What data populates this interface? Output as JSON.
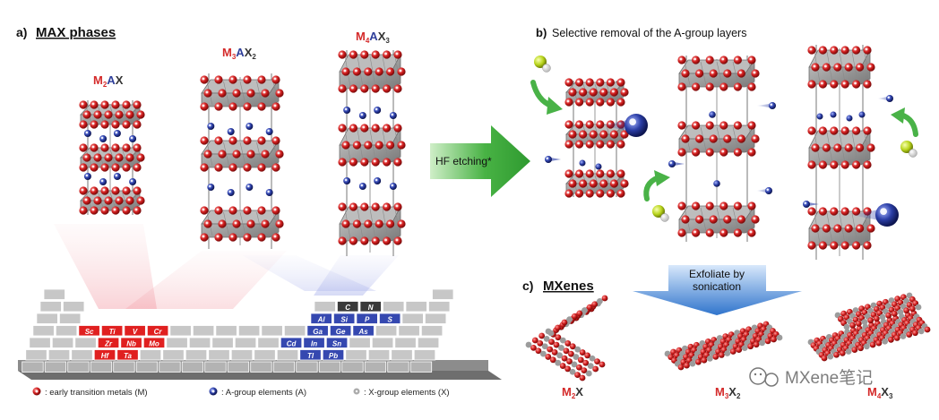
{
  "panels": {
    "a": {
      "letter": "a)",
      "title": "MAX phases"
    },
    "b": {
      "letter": "b)",
      "title": "Selective removal of the A-group layers"
    },
    "c": {
      "letter": "c)",
      "title": "MXenes"
    }
  },
  "max_labels": [
    {
      "m": "M",
      "m_sub": "2",
      "a": "A",
      "x": "X",
      "x_sub": ""
    },
    {
      "m": "M",
      "m_sub": "3",
      "a": "A",
      "x": "X",
      "x_sub": "2"
    },
    {
      "m": "M",
      "m_sub": "4",
      "a": "A",
      "x": "X",
      "x_sub": "3"
    }
  ],
  "mxene_labels": [
    {
      "m": "M",
      "m_sub": "2",
      "x": "X",
      "x_sub": ""
    },
    {
      "m": "M",
      "m_sub": "3",
      "x": "X",
      "x_sub": "2"
    },
    {
      "m": "M",
      "m_sub": "4",
      "x": "X",
      "x_sub": "3"
    }
  ],
  "arrows": {
    "hf": "HF etching*",
    "exfoliate_line1": "Exfoliate by",
    "exfoliate_line2": "sonication"
  },
  "periodic": {
    "transition_metals": [
      "Sc",
      "Ti",
      "V",
      "Cr",
      "Zr",
      "Nb",
      "Mo",
      "Hf",
      "Ta"
    ],
    "a_group": [
      "Al",
      "Si",
      "P",
      "S",
      "Ga",
      "Ge",
      "As",
      "Cd",
      "In",
      "Sn",
      "Tl",
      "Pb"
    ],
    "x_group": [
      "C",
      "N"
    ]
  },
  "legend": [
    {
      "text": ": early transition metals (M)",
      "color": "#d42a2a"
    },
    {
      "text": ": A-group elements (A)",
      "color": "#2f3f9a"
    },
    {
      "text": ": X-group elements (X)",
      "color": "#9a9a9a"
    }
  ],
  "watermark": {
    "text": "MXene笔记"
  },
  "colors": {
    "m_red": "#d42a2a",
    "a_blue": "#2f3f9a",
    "x_grey": "#444444",
    "arrow_green": "#3aa83a",
    "arrow_blue": "#3b7fd0"
  }
}
